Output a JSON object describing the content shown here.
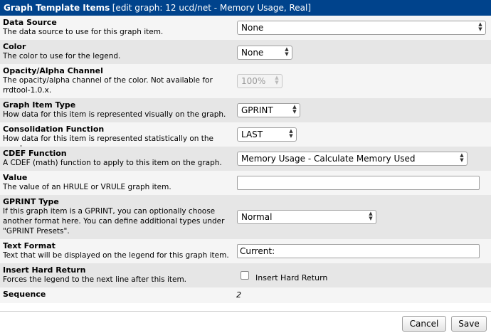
{
  "header": {
    "title": "Graph Template Items",
    "subtitle": "[edit graph: 12 ucd/net - Memory Usage, Real]"
  },
  "fields": {
    "data_source": {
      "label": "Data Source",
      "description": "The data source to use for this graph item.",
      "value": "None"
    },
    "color": {
      "label": "Color",
      "description": "The color to use for the legend.",
      "value": "None"
    },
    "opacity": {
      "label": "Opacity/Alpha Channel",
      "description_line1": "The opacity/alpha channel of the color. Not available for",
      "description_line2": "rrdtool-1.0.x.",
      "value": "100%"
    },
    "graph_item_type": {
      "label": "Graph Item Type",
      "description": "How data for this item is represented visually on the graph.",
      "value": "GPRINT"
    },
    "consolidation_function": {
      "label": "Consolidation Function",
      "description": "How data for this item is represented statistically on the graph.",
      "value": "LAST"
    },
    "cdef_function": {
      "label": "CDEF Function",
      "description": "A CDEF (math) function to apply to this item on the graph.",
      "value": "Memory Usage - Calculate Memory Used"
    },
    "value": {
      "label": "Value",
      "description": "The value of an HRULE or VRULE graph item.",
      "value": ""
    },
    "gprint_type": {
      "label": "GPRINT Type",
      "description_line1": "If this graph item is a GPRINT, you can optionally choose",
      "description_line2": "another format here. You can define additional types under",
      "description_line3": "\"GPRINT Presets\".",
      "value": "Normal"
    },
    "text_format": {
      "label": "Text Format",
      "description": "Text that will be displayed on the legend for this graph item.",
      "value": "Current:"
    },
    "hard_return": {
      "label": "Insert Hard Return",
      "description": "Forces the legend to the next line after this item.",
      "checkbox_label": "Insert Hard Return",
      "checked": false
    },
    "sequence": {
      "label": "Sequence",
      "value": "2"
    }
  },
  "footer": {
    "cancel_label": "Cancel",
    "save_label": "Save"
  }
}
